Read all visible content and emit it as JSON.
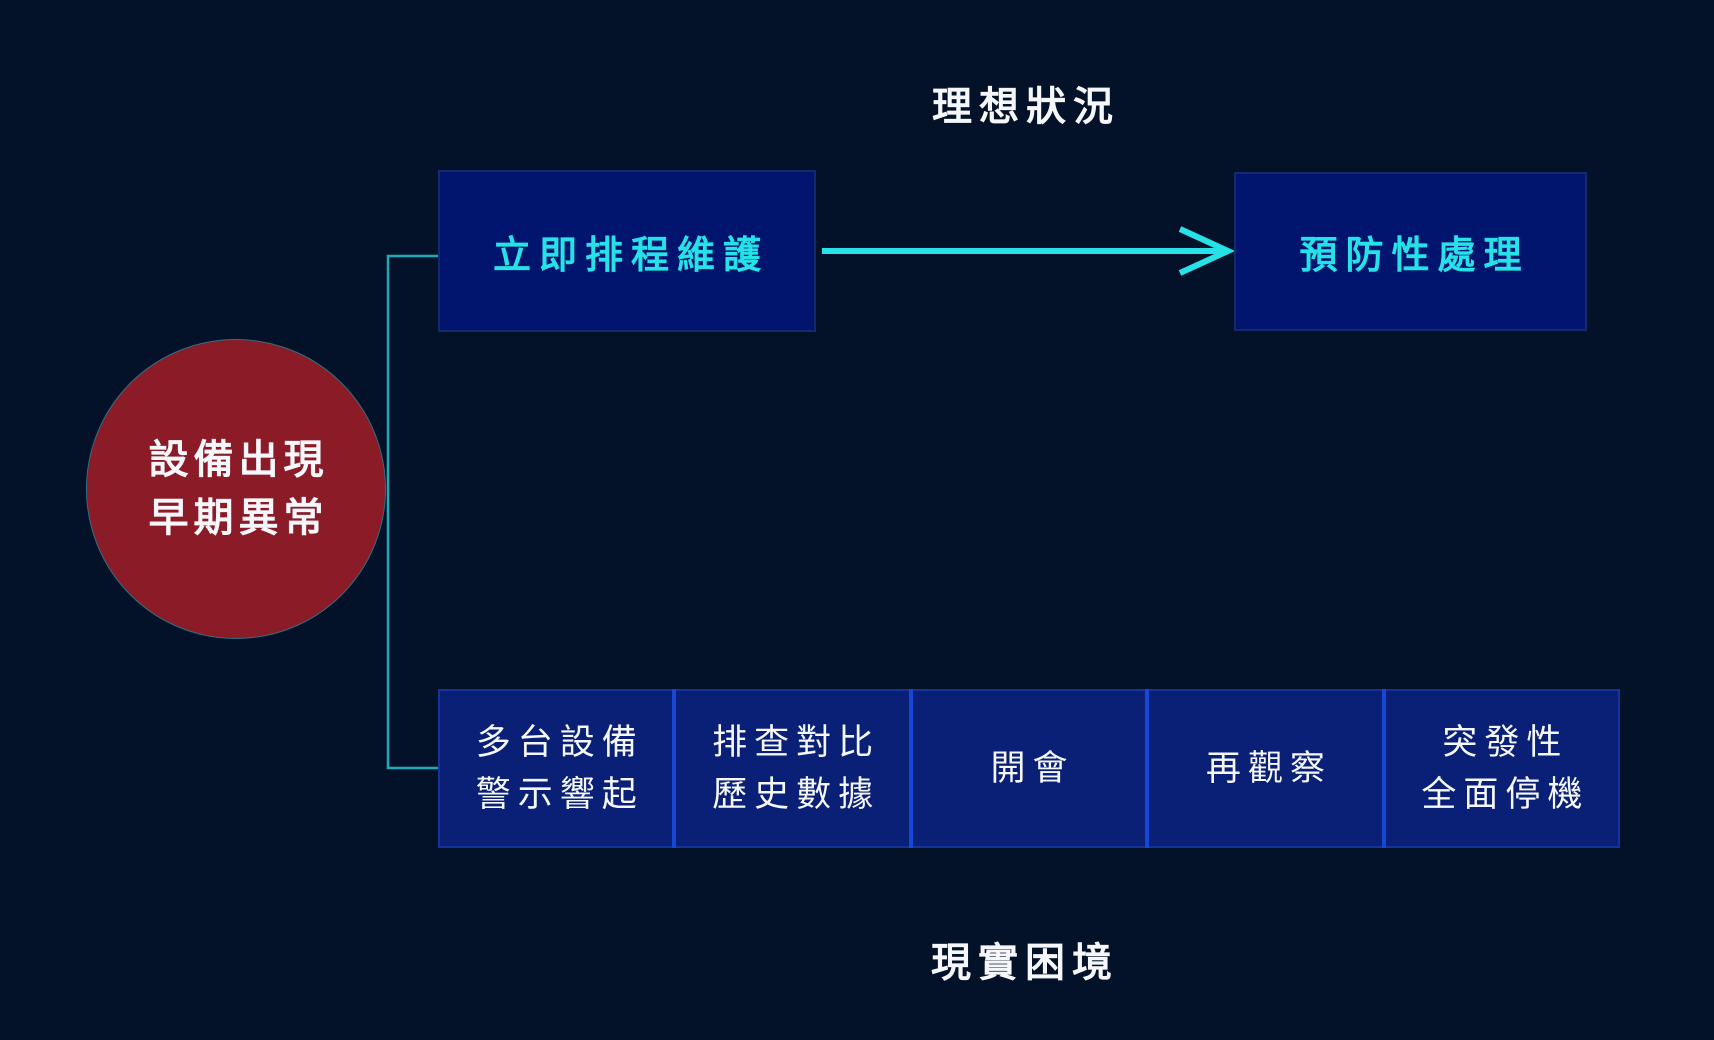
{
  "colors": {
    "bg": "#041229",
    "accent_cyan": "#26e2e8",
    "connector_teal": "#1fa9b8",
    "ideal_box_fill": "#02156e",
    "ideal_box_border": "#152a6e",
    "reality_box_fill": "#0a2077",
    "reality_box_border": "#16329b",
    "divider_blue": "#1847d8",
    "circle_fill": "#8c1b28",
    "circle_border": "#2e7080",
    "text_white": "#f5f7fa"
  },
  "source": {
    "line1": "設備出現",
    "line2": "早期異常"
  },
  "ideal": {
    "label": "理想狀況",
    "action_box": "立即排程維護",
    "outcome_box": "預防性處理"
  },
  "reality": {
    "label": "現實困境",
    "steps": [
      {
        "line1": "多台設備",
        "line2": "警示響起"
      },
      {
        "line1": "排查對比",
        "line2": "歷史數據"
      },
      {
        "line1": "開會",
        "line2": ""
      },
      {
        "line1": "再觀察",
        "line2": ""
      },
      {
        "line1": "突發性",
        "line2": "全面停機"
      }
    ]
  }
}
